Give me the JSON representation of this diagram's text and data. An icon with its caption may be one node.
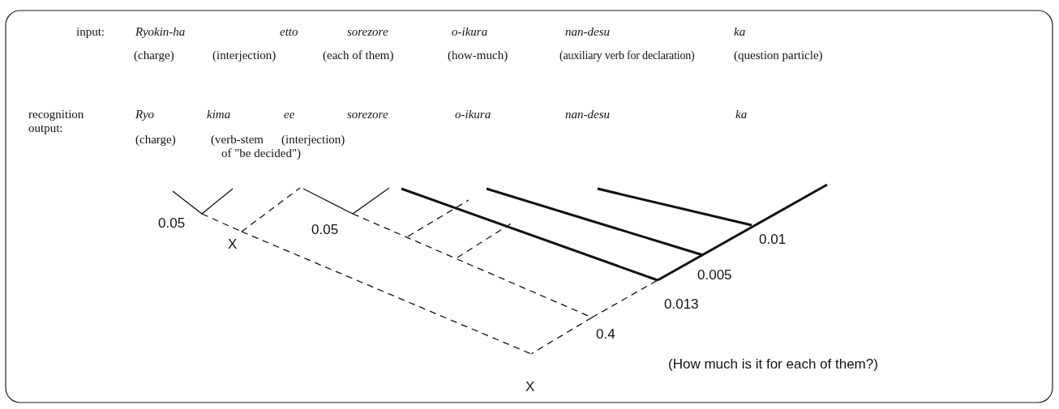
{
  "diagram": {
    "labels": [
      "input:",
      "Ryokin-ha",
      "etto",
      "sorezore",
      "o-ikura",
      "nan-desu",
      "ka",
      "(charge)",
      "(interjection)",
      "(each of them)",
      "(how-much)",
      "(auxiliary verb for declaration)",
      "(question particle)",
      "recognition output:",
      "Ryo",
      "kima",
      "ee",
      "sorezore",
      "o-ikura",
      "nan-desu",
      "ka",
      "(charge)",
      "(verb-stem of \"be decided\")",
      "(interjection)",
      "0.05",
      "X",
      "0.05",
      "0.01",
      "0.005",
      "0.013",
      "0.4",
      "(How much is it for each of them?)",
      "X"
    ]
  }
}
